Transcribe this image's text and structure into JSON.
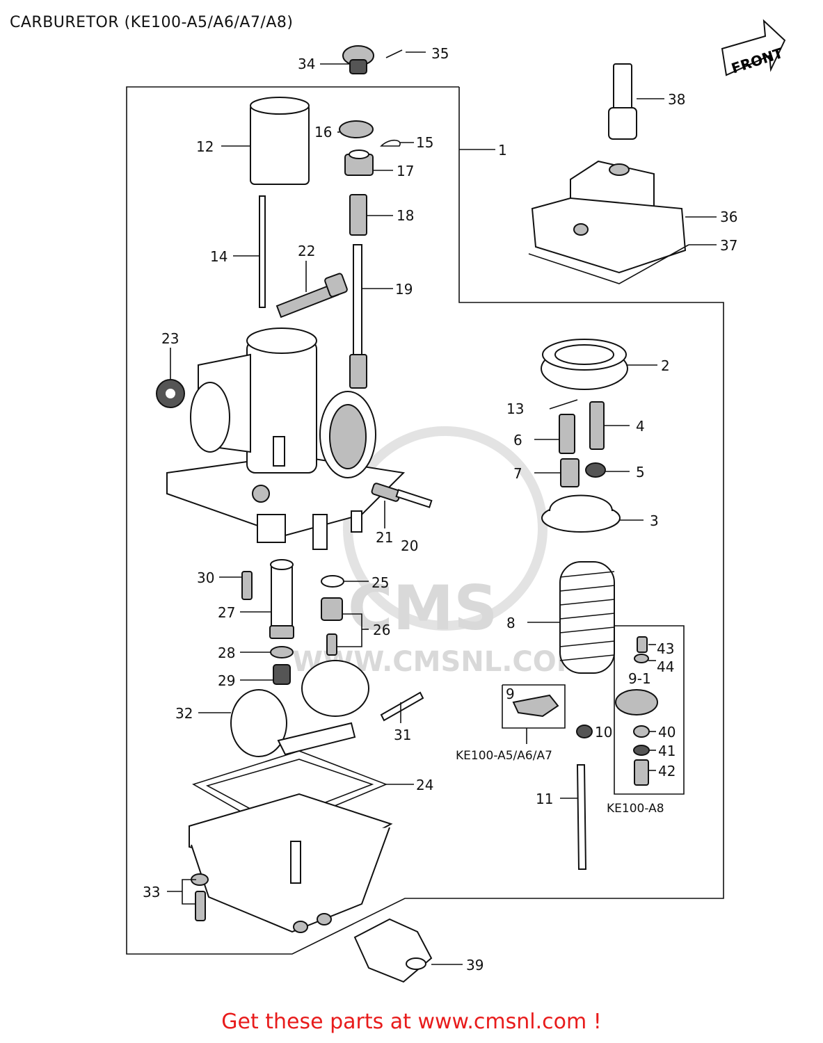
{
  "title": "CARBURETOR (KE100-A5/A6/A7/A8)",
  "footer": "Get these parts at www.cmsnl.com !",
  "front_label": "FRONT",
  "watermark": {
    "brand": "CMS",
    "url": "WWW.CMSNL.COM"
  },
  "group_labels": {
    "a5a6a7": "KE100-A5/A6/A7",
    "a8": "KE100-A8"
  },
  "callouts": {
    "c1": "1",
    "c2": "2",
    "c3": "3",
    "c4": "4",
    "c5": "5",
    "c6": "6",
    "c7": "7",
    "c8": "8",
    "c9": "9",
    "c9_1": "9-1",
    "c10": "10",
    "c11": "11",
    "c12": "12",
    "c13": "13",
    "c14": "14",
    "c15": "15",
    "c16": "16",
    "c17": "17",
    "c18": "18",
    "c19": "19",
    "c20": "20",
    "c21": "21",
    "c22": "22",
    "c23": "23",
    "c24": "24",
    "c25": "25",
    "c26": "26",
    "c27": "27",
    "c28": "28",
    "c29": "29",
    "c30": "30",
    "c31": "31",
    "c32": "32",
    "c33": "33",
    "c34": "34",
    "c35": "35",
    "c36": "36",
    "c37": "37",
    "c38": "38",
    "c39": "39",
    "c40": "40",
    "c41": "41",
    "c42": "42",
    "c43": "43",
    "c44": "44"
  },
  "colors": {
    "footer": "#e81b1b",
    "ink": "#111111",
    "watermark": "#d9d9d9"
  }
}
